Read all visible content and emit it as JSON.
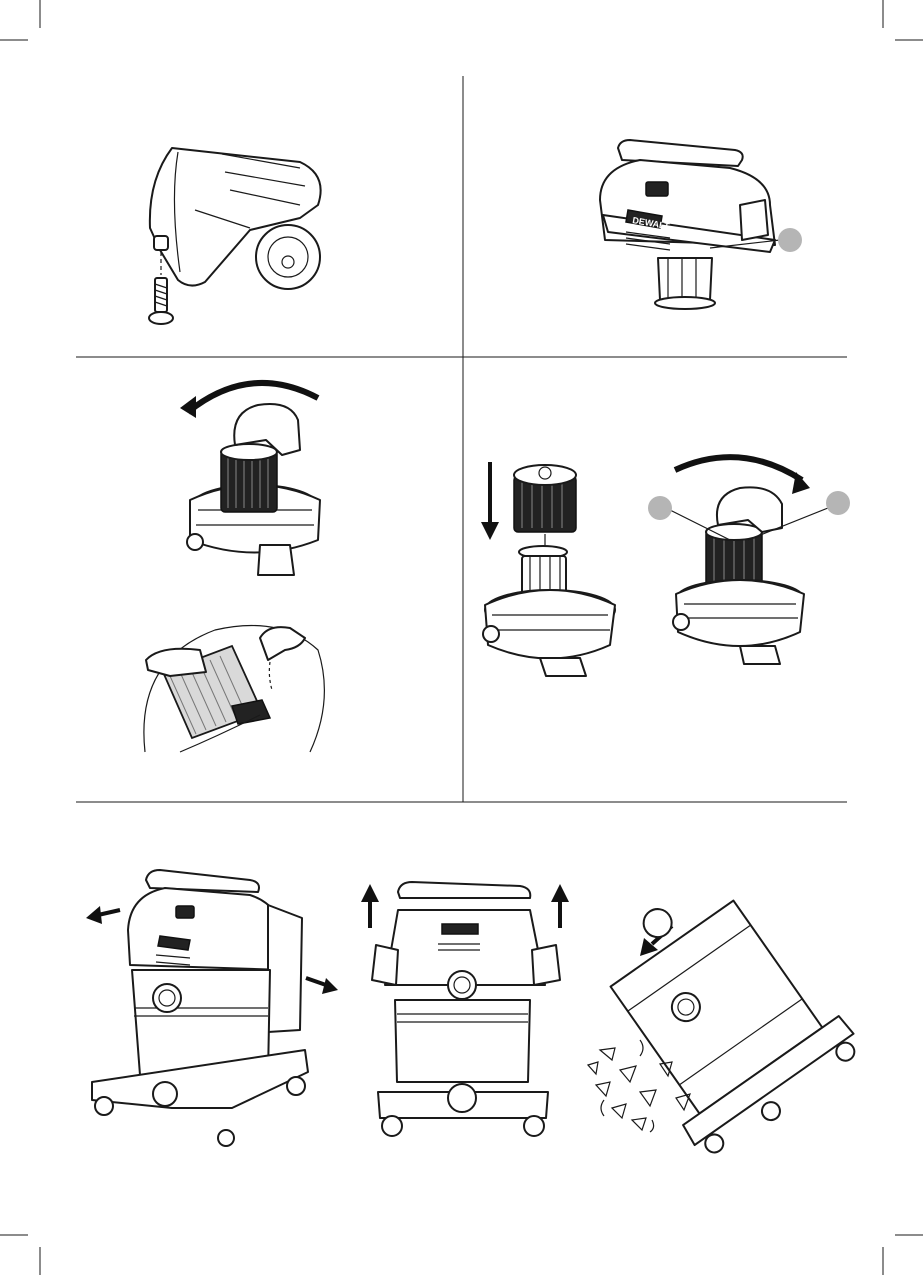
{
  "figures": {
    "vacuum_brand_mark": "DEWALT"
  },
  "icons": {
    "callout": "grey-circle-callout",
    "arrow_rotate_ccw": "curved-arrow-counterclockwise",
    "arrow_rotate_cw": "curved-arrow-clockwise",
    "arrow_down": "straight-arrow-down",
    "arrow_up": "straight-arrow-up"
  },
  "colors": {
    "ink": "#1a1a1a",
    "callout_grey": "#b5b5b5",
    "panel_grey": "#d9d9d9",
    "filter_dark": "#222222"
  }
}
